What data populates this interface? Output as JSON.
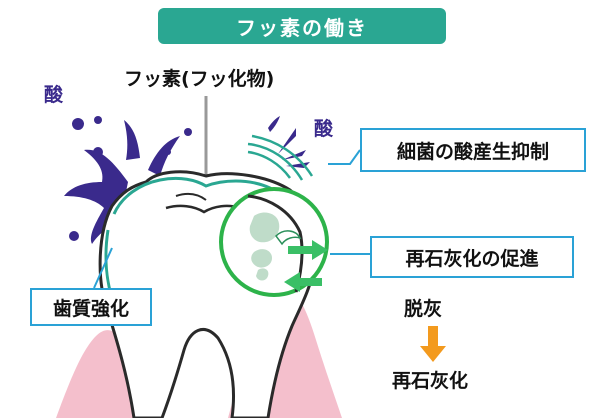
{
  "title": "フッ素の働き",
  "fluoride_label": "フッ素(フッ化物)",
  "acid_left": "酸",
  "acid_right": "酸",
  "callouts": {
    "bacteria": "細菌の酸産生抑制",
    "remineralization": "再石灰化の促進",
    "enamel": "歯質強化"
  },
  "process": {
    "from": "脱灰",
    "to": "再石灰化"
  },
  "colors": {
    "title_bg": "#2aa792",
    "callout_border": "#2aa2d6",
    "acid": "#3a2a8c",
    "enamel_line": "#2aa792",
    "circle": "#2db34a",
    "gum": "#f4bfcc",
    "arrow_orange": "#f39a1e"
  }
}
